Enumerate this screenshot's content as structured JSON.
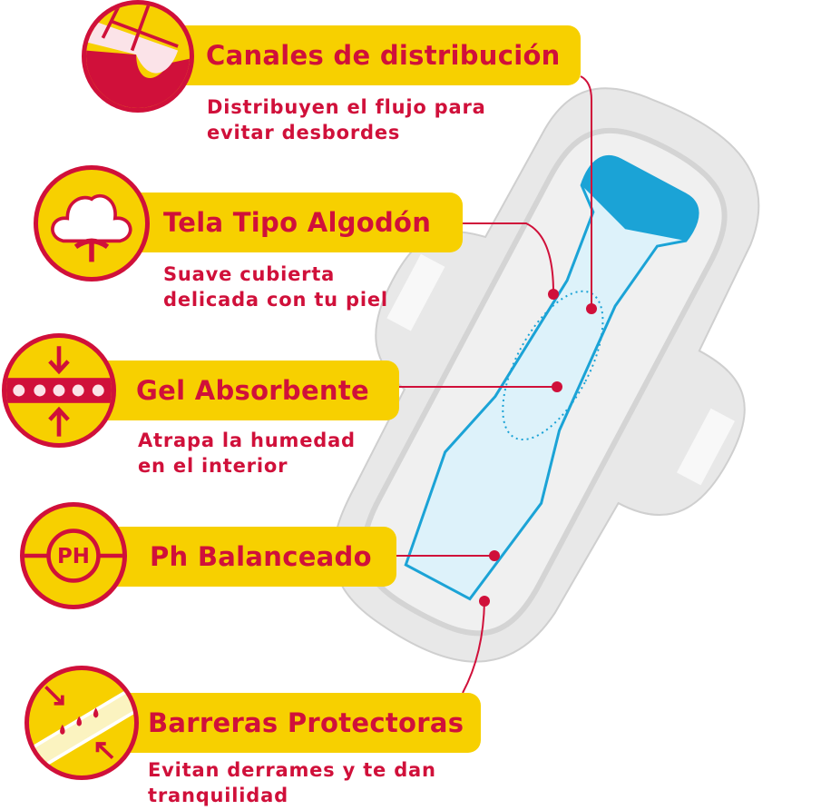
{
  "features": [
    {
      "title": "Canales de distribución",
      "description": [
        "Distribuyen el flujo para",
        "evitar desbordes"
      ],
      "icon": "channels-icon"
    },
    {
      "title": "Tela Tipo Algodón",
      "description": [
        "Suave cubierta",
        "delicada con tu piel"
      ],
      "icon": "cotton-icon"
    },
    {
      "title": "Gel Absorbente",
      "description": [
        "Atrapa la humedad",
        "en el interior"
      ],
      "icon": "gel-icon"
    },
    {
      "title": "Ph Balanceado",
      "description": [],
      "icon": "ph-icon",
      "icon_text": "PH"
    },
    {
      "title": "Barreras Protectoras",
      "description": [
        "Evitan derrames y te dan",
        "tranquilidad"
      ],
      "icon": "barrier-icon"
    }
  ],
  "colors": {
    "yellow": "#F7D000",
    "red": "#D0103A",
    "blue": "#1BA3D6",
    "pad": "#E6E6E6"
  }
}
